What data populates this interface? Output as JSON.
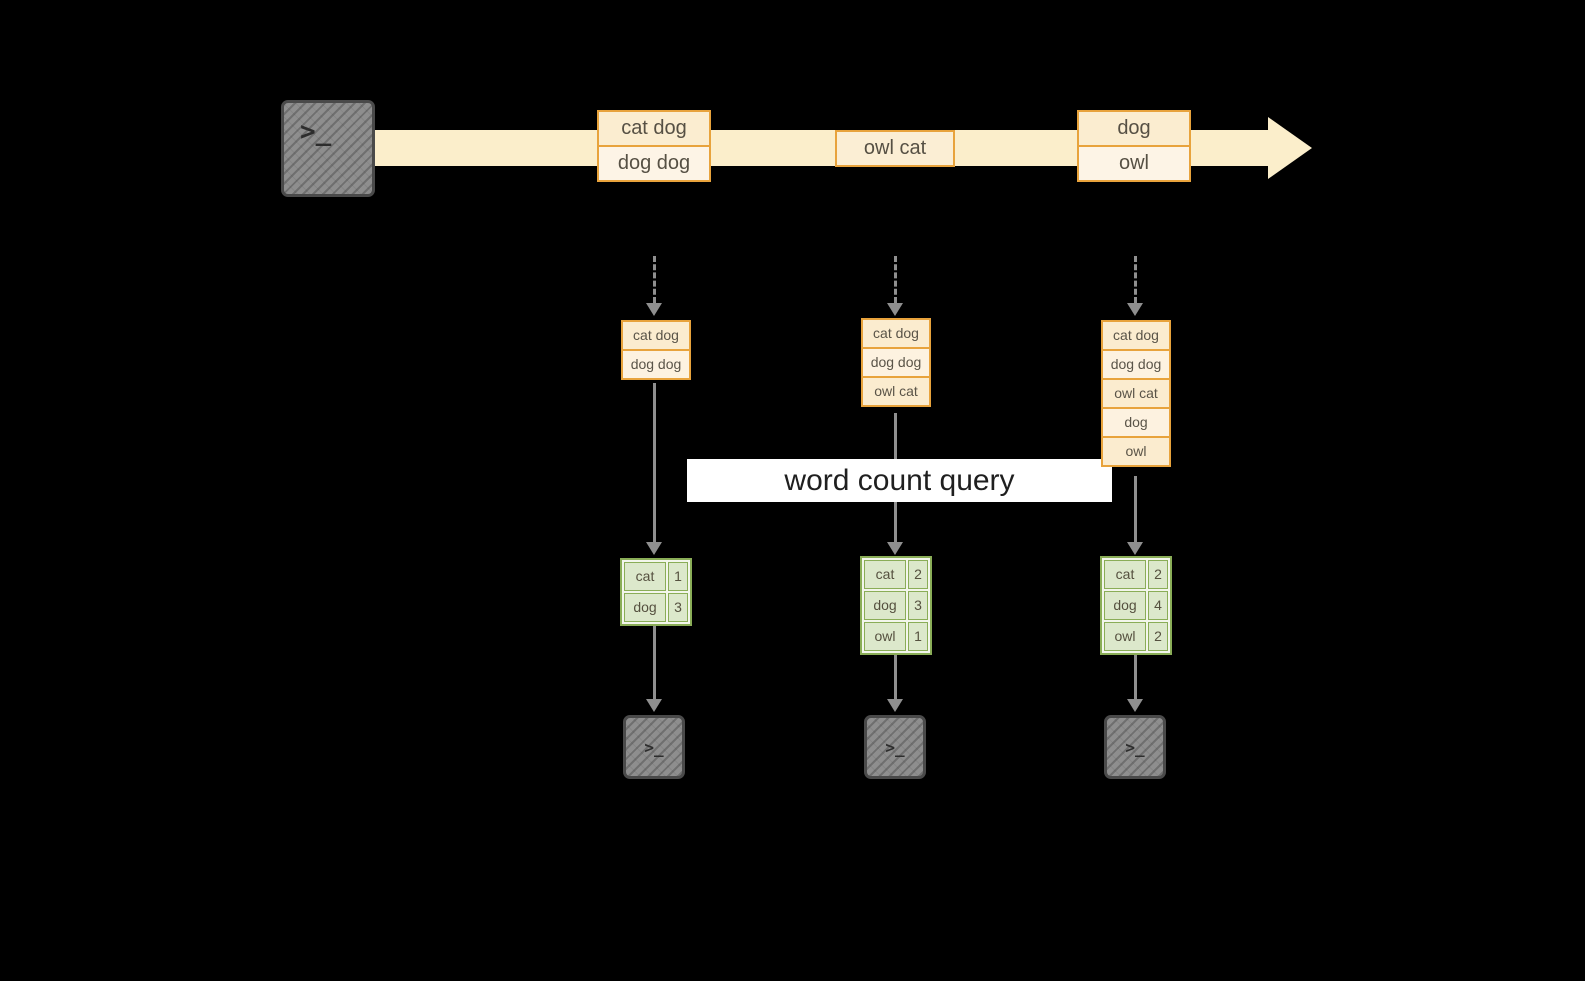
{
  "banner": {
    "label": "word count query"
  },
  "terminal": {
    "prompt": ">_"
  },
  "stream": {
    "batches": [
      {
        "records": [
          "cat dog",
          "dog dog"
        ]
      },
      {
        "records": [
          "owl cat"
        ]
      },
      {
        "records": [
          "dog",
          "owl"
        ]
      }
    ]
  },
  "columns": [
    {
      "state": [
        "cat dog",
        "dog dog"
      ],
      "result": [
        {
          "word": "cat",
          "count": "1"
        },
        {
          "word": "dog",
          "count": "3"
        }
      ]
    },
    {
      "state": [
        "cat dog",
        "dog dog",
        "owl cat"
      ],
      "result": [
        {
          "word": "cat",
          "count": "2"
        },
        {
          "word": "dog",
          "count": "3"
        },
        {
          "word": "owl",
          "count": "1"
        }
      ]
    },
    {
      "state": [
        "cat dog",
        "dog dog",
        "owl cat",
        "dog",
        "owl"
      ],
      "result": [
        {
          "word": "cat",
          "count": "2"
        },
        {
          "word": "dog",
          "count": "4"
        },
        {
          "word": "owl",
          "count": "2"
        }
      ]
    }
  ],
  "colors": {
    "background": "#000000",
    "stream_arrow_fill": "#fbeecb",
    "record_border": "#e8a33c",
    "record_fill": "#fdf3e2",
    "result_border": "#8aad57",
    "result_fill": "#dce8cb",
    "terminal_gray": "#8e8e8e",
    "arrow_gray": "#8f8f8f"
  }
}
